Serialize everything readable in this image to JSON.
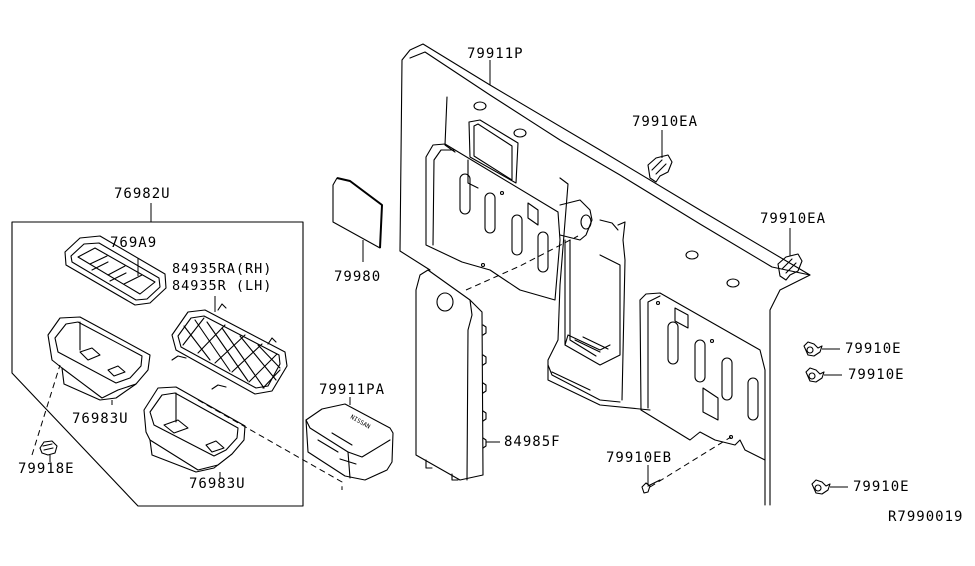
{
  "diagram": {
    "type": "exploded-parts-diagram",
    "subject": "Rear interior trim panel with storage boxes",
    "reference_code": "R7990019",
    "parts": [
      {
        "id": "p76982U",
        "label": "76982U",
        "description": "storage box assembly (boxed group)"
      },
      {
        "id": "p769A9",
        "label": "769A9",
        "description": "tray"
      },
      {
        "id": "p84935RA",
        "label": "84935RA(RH)",
        "description": "net"
      },
      {
        "id": "p84935R",
        "label": "84935R (LH)",
        "description": "net"
      },
      {
        "id": "p76983U_a",
        "label": "76983U",
        "description": "storage box"
      },
      {
        "id": "p76983U_b",
        "label": "76983U",
        "description": "storage box"
      },
      {
        "id": "p79918E",
        "label": "79918E",
        "description": "clip"
      },
      {
        "id": "p79980",
        "label": "79980",
        "description": "pad"
      },
      {
        "id": "p79911PA",
        "label": "79911PA",
        "description": "cover with NISSAN emblem"
      },
      {
        "id": "p79911P",
        "label": "79911P",
        "description": "rear back panel finisher"
      },
      {
        "id": "p79910EA_a",
        "label": "79910EA",
        "description": "clip"
      },
      {
        "id": "p79910EA_b",
        "label": "79910EA",
        "description": "clip"
      },
      {
        "id": "p84985F",
        "label": "84985F",
        "description": "side finisher"
      },
      {
        "id": "p79910EB",
        "label": "79910EB",
        "description": "screw"
      },
      {
        "id": "p79910E_a",
        "label": "79910E",
        "description": "clip"
      },
      {
        "id": "p79910E_b",
        "label": "79910E",
        "description": "clip"
      },
      {
        "id": "p79910E_c",
        "label": "79910E",
        "description": "clip"
      }
    ],
    "emblem_text": "NISSAN"
  }
}
